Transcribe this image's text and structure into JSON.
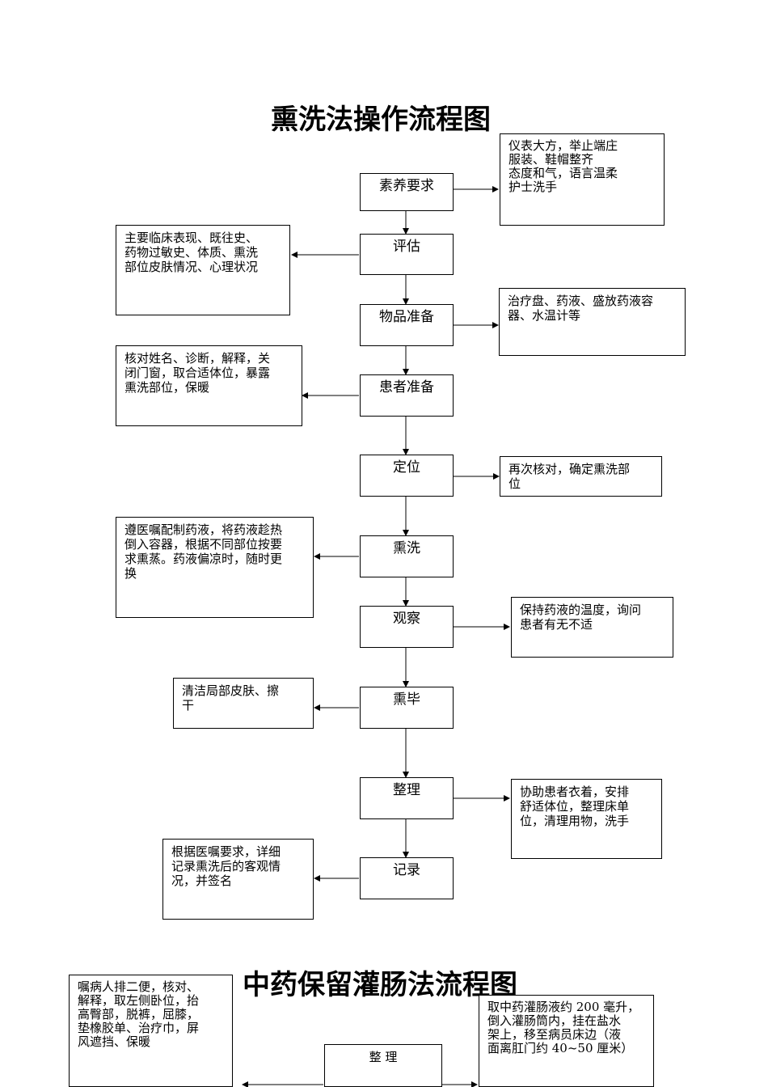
{
  "diagram1": {
    "title": "熏洗法操作流程图",
    "steps": [
      "素养要求",
      "评估",
      "物品准备",
      "患者准备",
      "定位",
      "熏洗",
      "观察",
      "熏毕",
      "整理",
      "记录"
    ],
    "notes": {
      "suyang": [
        "仪表大方，举止端庄",
        "服装、鞋帽整齐",
        "态度和气，语言温柔",
        "护士洗手"
      ],
      "pinggu": [
        "主要临床表现、既往史、",
        "药物过敏史、体质、熏洗",
        "部位皮肤情况、心理状况"
      ],
      "wupin": [
        "治疗盘、药液、盛放药液容",
        "器、水温计等"
      ],
      "huanzhe": [
        "核对姓名、诊断，解释，关",
        "闭门窗，取合适体位，暴露",
        "熏洗部位，保暖"
      ],
      "dingwei": [
        "再次核对，确定熏洗部",
        "位"
      ],
      "xunxi": [
        "遵医嘱配制药液，将药液趁热",
        "倒入容器，根据不同部位按要",
        "求熏蒸。药液偏凉时，随时更",
        "换"
      ],
      "guancha": [
        "保持药液的温度，询问",
        "患者有无不适"
      ],
      "xunbi": [
        "清洁局部皮肤、擦",
        "干"
      ],
      "zhengli": [
        "协助患者衣着，安排",
        "舒适体位，整理床单",
        "位，清理用物，洗手"
      ],
      "jilu": [
        "根据医嘱要求，详细",
        "记录熏洗后的客观情",
        "况，并签名"
      ]
    }
  },
  "diagram2": {
    "title": "中药保留灌肠法流程图",
    "step": "整 理",
    "notes": {
      "left": [
        "嘱病人排二便，核对、",
        "解释，取左侧卧位，抬",
        "高臀部，脱裤，屈膝，",
        "垫橡胶单、治疗巾，屏",
        "风遮挡、保暖"
      ],
      "right": [
        "取中药灌肠液约 200 毫升，",
        "倒入灌肠筒内，挂在盐水",
        "架上，移至病员床边（液",
        "面离肛门约 40~50 厘米）"
      ]
    }
  }
}
